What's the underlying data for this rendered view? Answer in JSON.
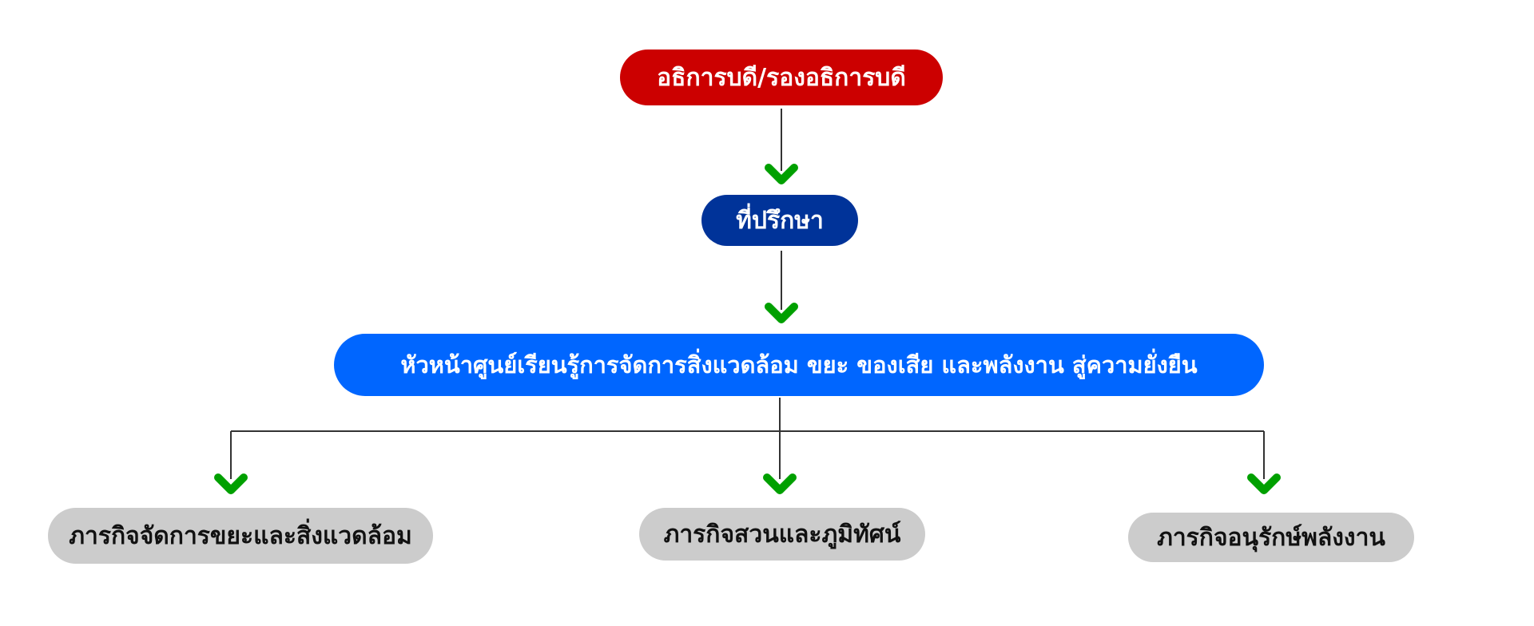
{
  "diagram": {
    "top_node": {
      "label": "อธิการบดี/รองอธิการบดี",
      "color": "#cc0000"
    },
    "advisor_node": {
      "label": "ที่ปรึกษา",
      "color": "#003399"
    },
    "head_node": {
      "label": "หัวหน้าศูนย์เรียนรู้การจัดการสิ่งแวดล้อม ขยะ ของเสีย และพลังงาน สู่ความยั่งยืน",
      "color": "#0066ff"
    },
    "missions": [
      {
        "label": "ภารกิจจัดการขยะและสิ่งแวดล้อม"
      },
      {
        "label": "ภารกิจสวนและภูมิทัศน์"
      },
      {
        "label": "ภารกิจอนุรักษ์พลังงาน"
      }
    ],
    "mission_color": "#cccccc",
    "arrow_color": "#00a000",
    "line_color": "#333333"
  }
}
